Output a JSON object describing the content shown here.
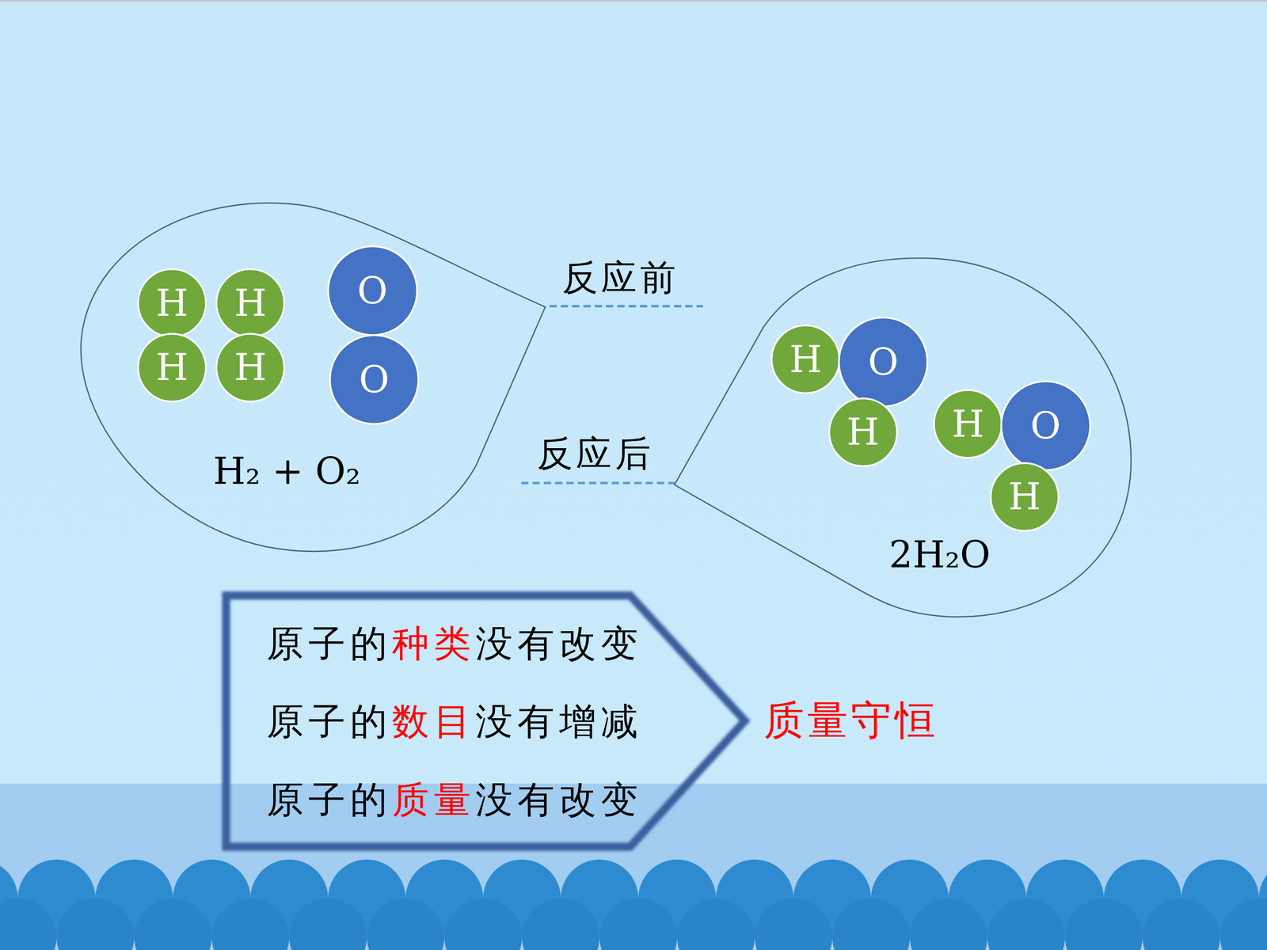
{
  "diagram": {
    "nodes": [
      {
        "text": [
          "H₂ + O₂"
        ]
      },
      {
        "text": [
          "H"
        ],
        "in": 0
      },
      {
        "text": [
          "H"
        ],
        "in": 0
      },
      {
        "text": [
          "H"
        ],
        "in": 0
      },
      {
        "text": [
          "H"
        ],
        "in": 0
      },
      {
        "text": [
          "O"
        ],
        "in": 0
      },
      {
        "text": [
          "O"
        ],
        "in": 0
      },
      {
        "text": [
          "2H₂O"
        ]
      },
      {
        "text": [
          "H"
        ],
        "in": 7
      },
      {
        "text": [
          "O"
        ],
        "in": 7
      },
      {
        "text": [
          "H"
        ],
        "in": 7
      },
      {
        "text": [
          "H"
        ],
        "in": 7
      },
      {
        "text": [
          "O"
        ],
        "in": 7
      },
      {
        "text": [
          "H"
        ],
        "in": 7
      },
      {
        "text": [
          "原子的",
          "种类",
          "没有改变",
          "原子的",
          "数目",
          "没有增减",
          "原子的",
          "质量",
          "没有改变"
        ]
      }
    ],
    "labels": [
      "反应前",
      "反应后",
      "质量守恒"
    ]
  }
}
